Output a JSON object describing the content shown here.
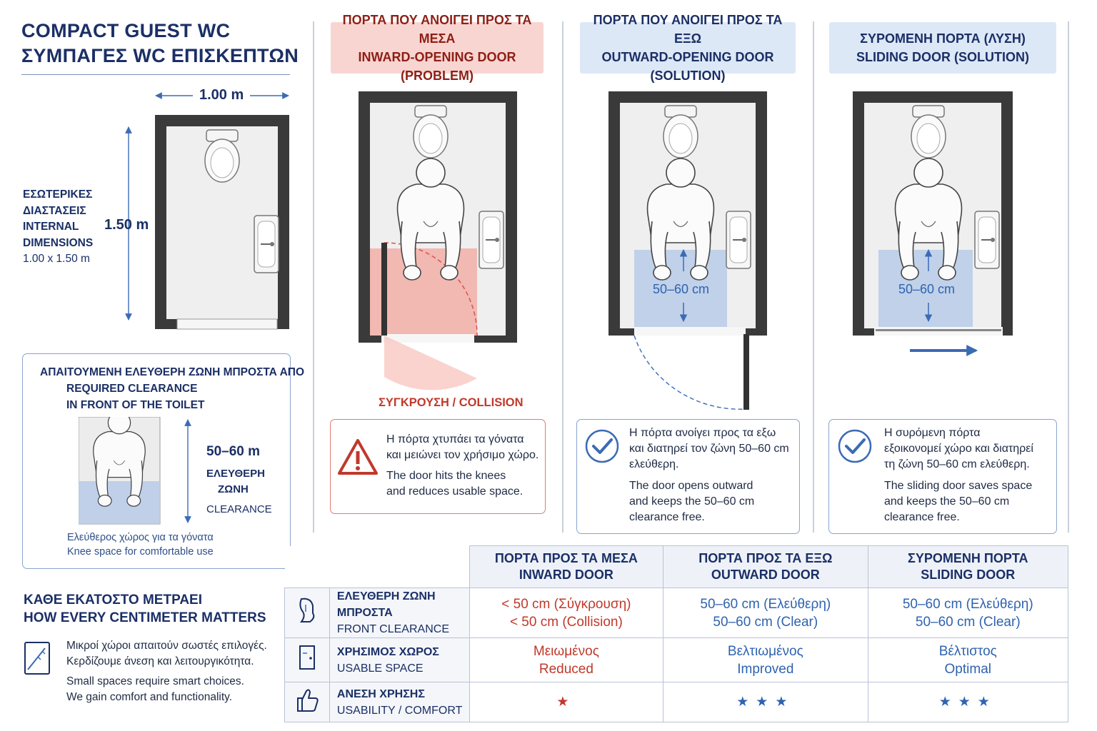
{
  "title": {
    "line1": "COMPACT GUEST WC",
    "line2": "ΣΥΜΠΑΓΕΣ WC ΕΠΙΣΚΕΠΤΩΝ"
  },
  "plan": {
    "width_label": "1.00 m",
    "height_label": "1.50 m",
    "dims_lines": [
      "ΕΣΩΤΕΡΙΚΕΣ",
      "ΔΙΑΣΤΑΣΕΙΣ",
      "INTERNAL",
      "DIMENSIONS",
      "1.00 x 1.50 m"
    ]
  },
  "clearance_box": {
    "title_lines": [
      "ΑΠΑΙΤΟΥΜΕΝΗ ΕΛΕΥΘΕΡΗ ΖΩΝΗ ΜΠΡΟΣΤΑ ΑΠΟ",
      "REQUIRED CLEARANCE",
      "IN FRONT OF THE TOILET"
    ],
    "value": "50–60 m",
    "zone_gr_1": "ΕΛΕΥΘΕΡΗ",
    "zone_gr_2": "ΖΩΝΗ",
    "zone_en": "CLEARANCE",
    "caption_gr": "Ελεύθερος χώρος για τα γόνατα",
    "caption_en": "Knee space for comfortable use"
  },
  "panels": {
    "inward": {
      "title_gr": "ΠΟΡΤΑ ΠΟΥ ΑΝΟΙΓΕΙ ΠΡΟΣ ΤΑ ΜΕΣΑ",
      "title_en": "INWARD-OPENING DOOR (PROBLEM)",
      "collision_label": "ΣΥΓΚΡΟΥΣΗ / COLLISION",
      "desc_gr_1": "Η πόρτα χτυπάει τα γόνατα",
      "desc_gr_2": "και μειώνει τον χρήσιμο χώρο.",
      "desc_en_1": "The door hits the knees",
      "desc_en_2": "and reduces usable space."
    },
    "outward": {
      "title_gr": "ΠΟΡΤΑ ΠΟΥ ΑΝΟΙΓΕΙ ΠΡΟΣ ΤΑ ΕΞΩ",
      "title_en": "OUTWARD-OPENING DOOR (SOLUTION)",
      "zone_label": "50–60 cm",
      "desc_gr_1": "Η πόρτα ανοίγει προς τα εξω",
      "desc_gr_2": "και διατηρεί τον ζώνη 50–60 cm",
      "desc_gr_3": "ελεύθερη.",
      "desc_en_1": "The door opens outward",
      "desc_en_2": "and keeps the 50–60 cm",
      "desc_en_3": "clearance free."
    },
    "sliding": {
      "title_gr": "ΣΥΡΟΜΕΝΗ ΠΟΡΤΑ (ΛΥΣΗ)",
      "title_en": "SLIDING DOOR (SOLUTION)",
      "zone_label": "50–60 cm",
      "desc_gr_1": "Η συρόμενη πόρτα",
      "desc_gr_2": "εξοικονομεί χώρο και διατηρεί",
      "desc_gr_3": "τη ζώνη 50–60 cm ελεύθερη.",
      "desc_en_1": "The sliding door saves space",
      "desc_en_2": "and keeps the 50–60 cm",
      "desc_en_3": "clearance free."
    }
  },
  "bottom_left": {
    "heading_gr": "ΚΑΘΕ ΕΚΑΤΟΣΤΟ ΜΕΤΡΑΕΙ",
    "heading_en": "HOW EVERY CENTIMETER MATTERS",
    "text_gr_1": "Μικροί χώροι απαιτούν σωστές επιλογές.",
    "text_gr_2": "Κερδίζουμε άνεση και λειτουργικότητα.",
    "text_en_1": "Small spaces require smart choices.",
    "text_en_2": "We gain comfort and functionality."
  },
  "table": {
    "columns": [
      {
        "gr": "ΠΟΡΤΑ ΠΡΟΣ ΤΑ ΜΕΣΑ",
        "en": "INWARD DOOR"
      },
      {
        "gr": "ΠΟΡΤΑ ΠΡΟΣ ΤΑ ΕΞΩ",
        "en": "OUTWARD DOOR"
      },
      {
        "gr": "ΣΥΡΟΜΕΝΗ ΠΟΡΤΑ",
        "en": "SLIDING DOOR"
      }
    ],
    "rows": [
      {
        "icon": "knee-icon",
        "label_gr": "ΕΛΕΥΘΕΡΗ ΖΩΝΗ ΜΠΡΟΣΤΑ",
        "label_en": "FRONT CLEARANCE",
        "cells": [
          {
            "gr": "< 50 cm (Σύγκρουση)",
            "en": "< 50 cm (Collision)"
          },
          {
            "gr": "50–60 cm (Ελεύθερη)",
            "en": "50–60 cm (Clear)"
          },
          {
            "gr": "50–60 cm (Ελεύθερη)",
            "en": "50–60 cm (Clear)"
          }
        ]
      },
      {
        "icon": "door-icon",
        "label_gr": "ΧΡΗΣΙΜΟΣ ΧΩΡΟΣ",
        "label_en": "USABLE SPACE",
        "cells": [
          {
            "gr": "Μειωμένος",
            "en": "Reduced"
          },
          {
            "gr": "Βελτιωμένος",
            "en": "Improved"
          },
          {
            "gr": "Βέλτιστος",
            "en": "Optimal"
          }
        ]
      },
      {
        "icon": "thumbs-up-icon",
        "label_gr": "ΑΝΕΣΗ ΧΡΗΣΗΣ",
        "label_en": "USABILITY / COMFORT",
        "stars": [
          1,
          3,
          3
        ]
      }
    ]
  },
  "colors": {
    "problem": "#c0392b",
    "solution": "#2f63b0",
    "navy": "#1b2f66"
  }
}
